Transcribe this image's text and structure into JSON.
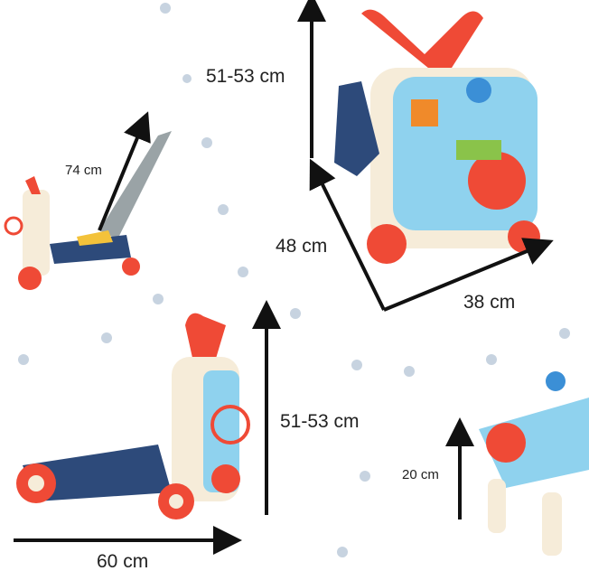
{
  "labels": {
    "walker_height": "51-53 cm",
    "scooter_handle_height": "74 cm",
    "walker_depth": "48 cm",
    "walker_width": "38 cm",
    "scooter_height": "51-53 cm",
    "table_height": "20 cm",
    "scooter_length": "60 cm"
  },
  "colors": {
    "red": "#ef4a36",
    "cream": "#f6ecd9",
    "navy": "#2d4a7a",
    "blue": "#8fd2ee",
    "dot": "#c7d3e0",
    "arrow": "#111111"
  }
}
